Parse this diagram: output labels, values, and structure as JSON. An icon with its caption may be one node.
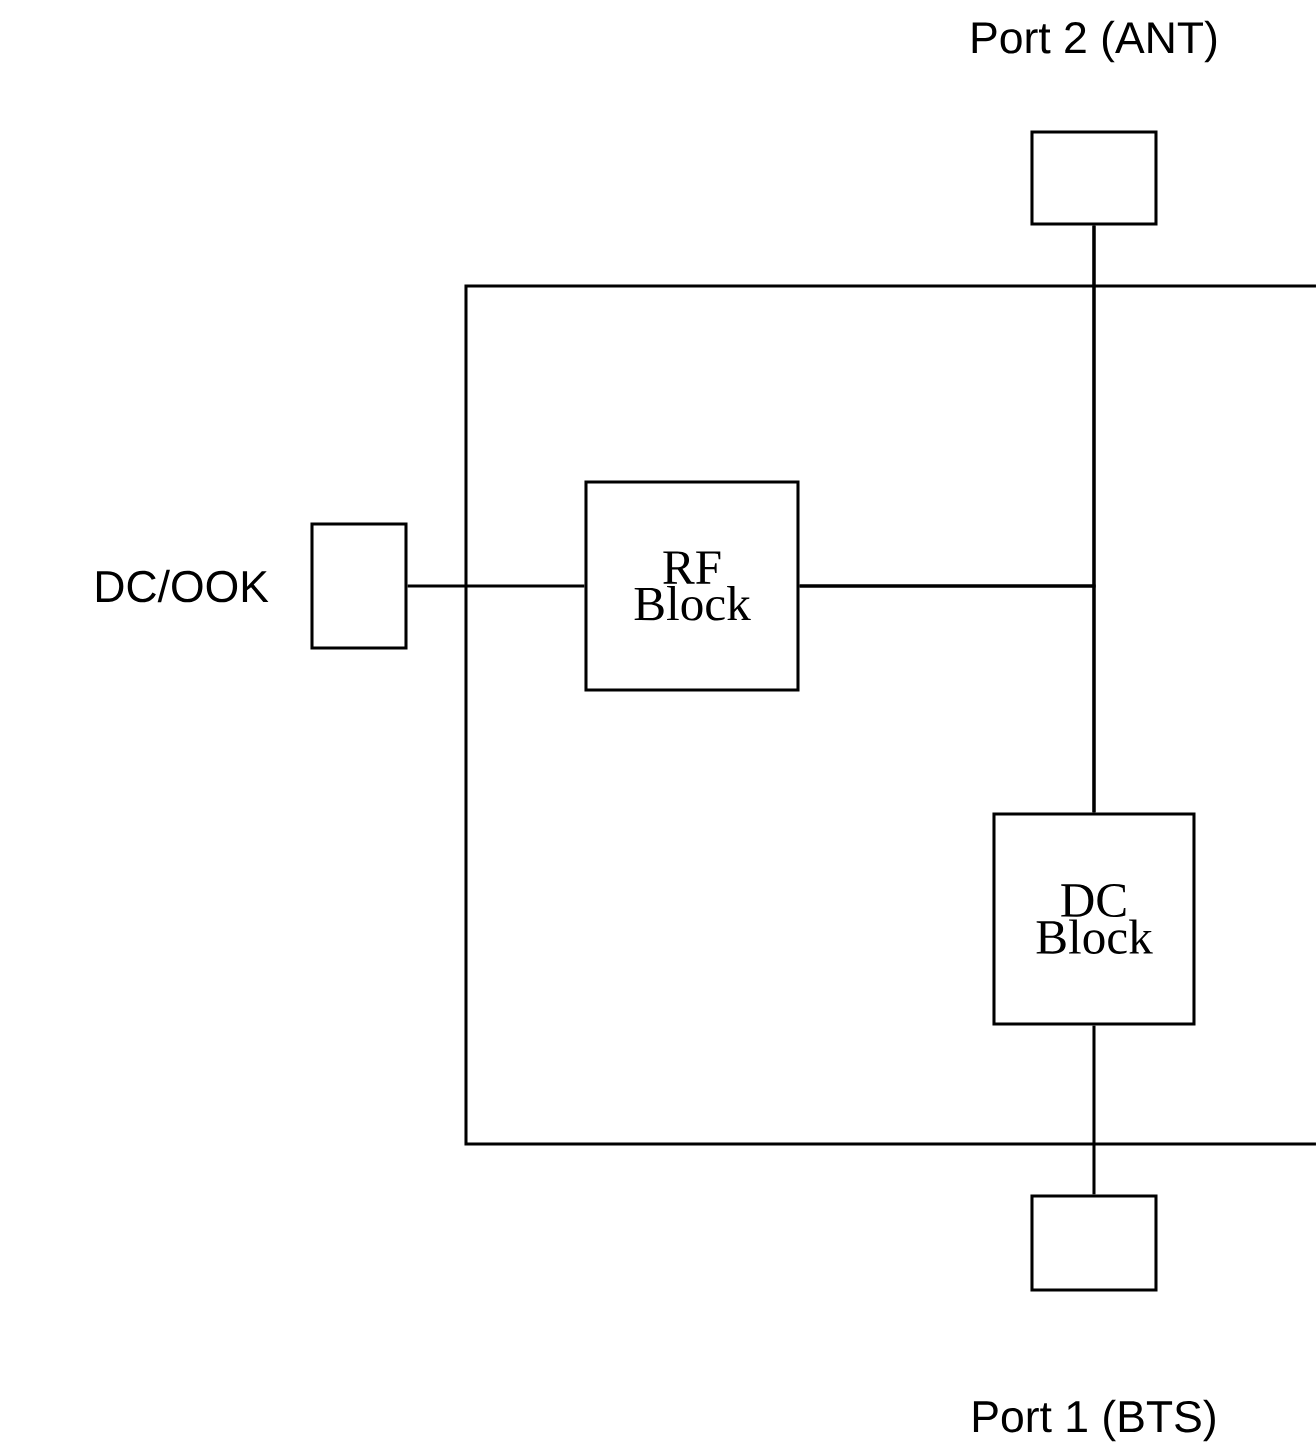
{
  "diagram": {
    "nodes": [
      {
        "text": [],
        "shape": "box"
      },
      {
        "text": [
          "Port 2 (ANT)"
        ]
      },
      {
        "text": [
          "DC/OOK"
        ]
      },
      {
        "text": [
          "RF Block"
        ],
        "in": 0
      },
      {
        "text": [
          "DC Block"
        ],
        "in": 0
      },
      {
        "text": [
          "Port 1 (BTS)"
        ]
      }
    ],
    "edges": [
      {
        "from": 2,
        "to": 3,
        "arrow": "none"
      },
      {
        "from": 1,
        "to": 4,
        "arrow": "none"
      },
      {
        "from": 3,
        "to": 1,
        "arrow": "none"
      },
      {
        "from": 3,
        "to": 4,
        "arrow": "none"
      },
      {
        "from": 4,
        "to": 5,
        "arrow": "none"
      }
    ]
  }
}
